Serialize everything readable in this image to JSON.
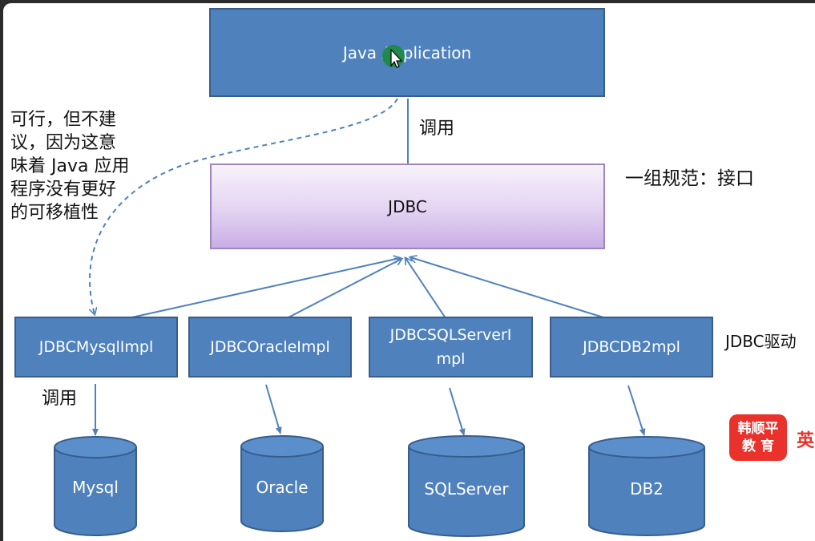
{
  "app": {
    "label": "Java Application"
  },
  "call_label_top": "调用",
  "jdbc": {
    "label": "JDBC",
    "note": "一组规范：接口"
  },
  "side_note": {
    "lines": [
      "可行，但不建",
      "议，因为这意",
      "味着 Java 应用",
      "程序没有更好",
      "的可移植性"
    ]
  },
  "drivers": {
    "label": "JDBC驱动",
    "items": [
      {
        "label": "JDBCMysqlImpl"
      },
      {
        "label": "JDBCOracleImpl"
      },
      {
        "label": "JDBCSQLServerI mpl"
      },
      {
        "label": "JDBCDB2mpl"
      }
    ]
  },
  "call_label_bottom": "调用",
  "databases": [
    {
      "label": "Mysql"
    },
    {
      "label": "Oracle"
    },
    {
      "label": "SQLServer"
    },
    {
      "label": "DB2"
    }
  ],
  "badge": {
    "line1": "韩顺平",
    "line2": "教 育",
    "extra": "英"
  },
  "colors": {
    "box_blue": "#4f81bd",
    "box_border": "#385d8a",
    "jdbc_purple": "#e3d3f1",
    "arrow": "#4f81bd",
    "badge_red": "#e8322b"
  }
}
